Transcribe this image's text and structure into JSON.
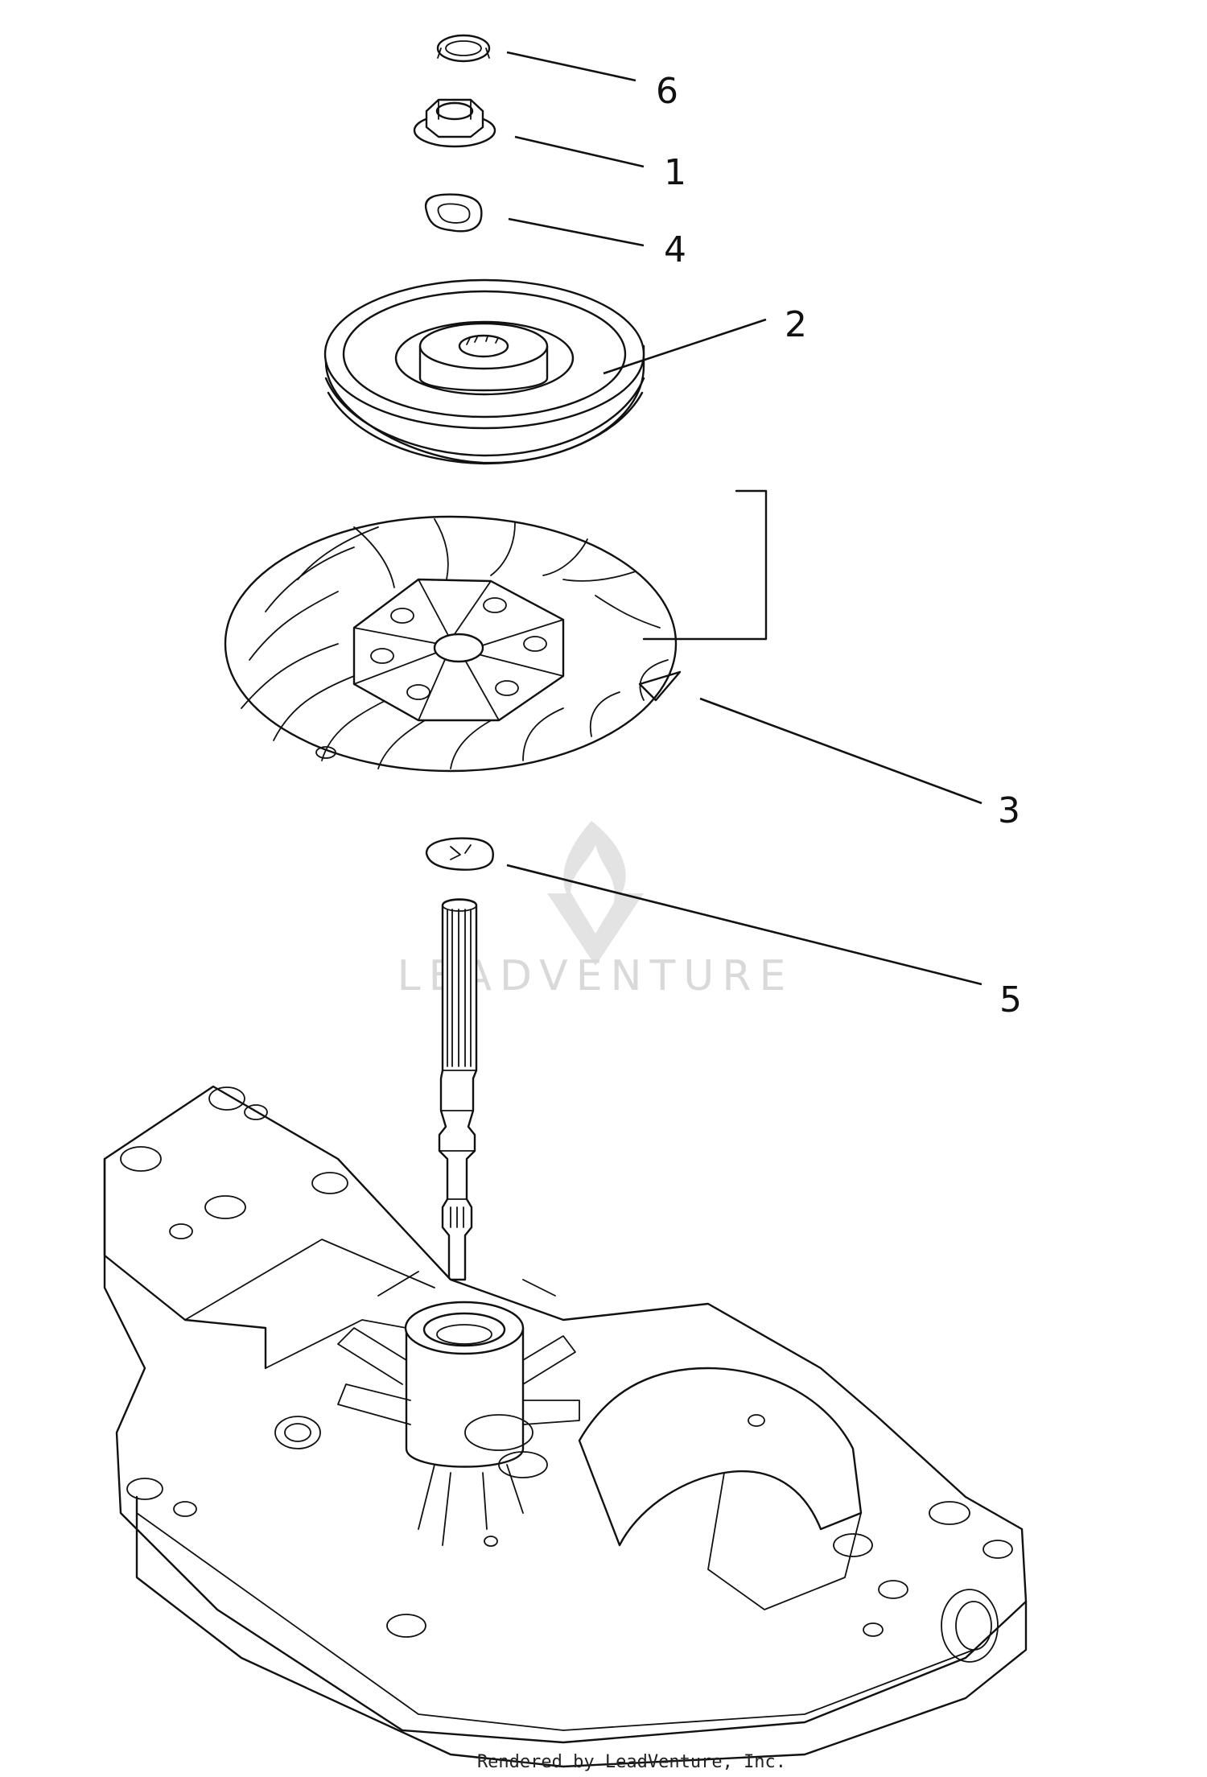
{
  "diagram": {
    "callouts": [
      {
        "id": "6",
        "label": "6",
        "part": "retaining-ring"
      },
      {
        "id": "1",
        "label": "1",
        "part": "flange-nut"
      },
      {
        "id": "4",
        "label": "4",
        "part": "washer"
      },
      {
        "id": "2",
        "label": "2",
        "part": "pulley"
      },
      {
        "id": "3",
        "label": "3",
        "part": "cooling-fan"
      },
      {
        "id": "5",
        "label": "5",
        "part": "e-clip"
      }
    ],
    "watermark": "LEADVENTURE",
    "credit": "Rendered by LeadVenture, Inc."
  }
}
